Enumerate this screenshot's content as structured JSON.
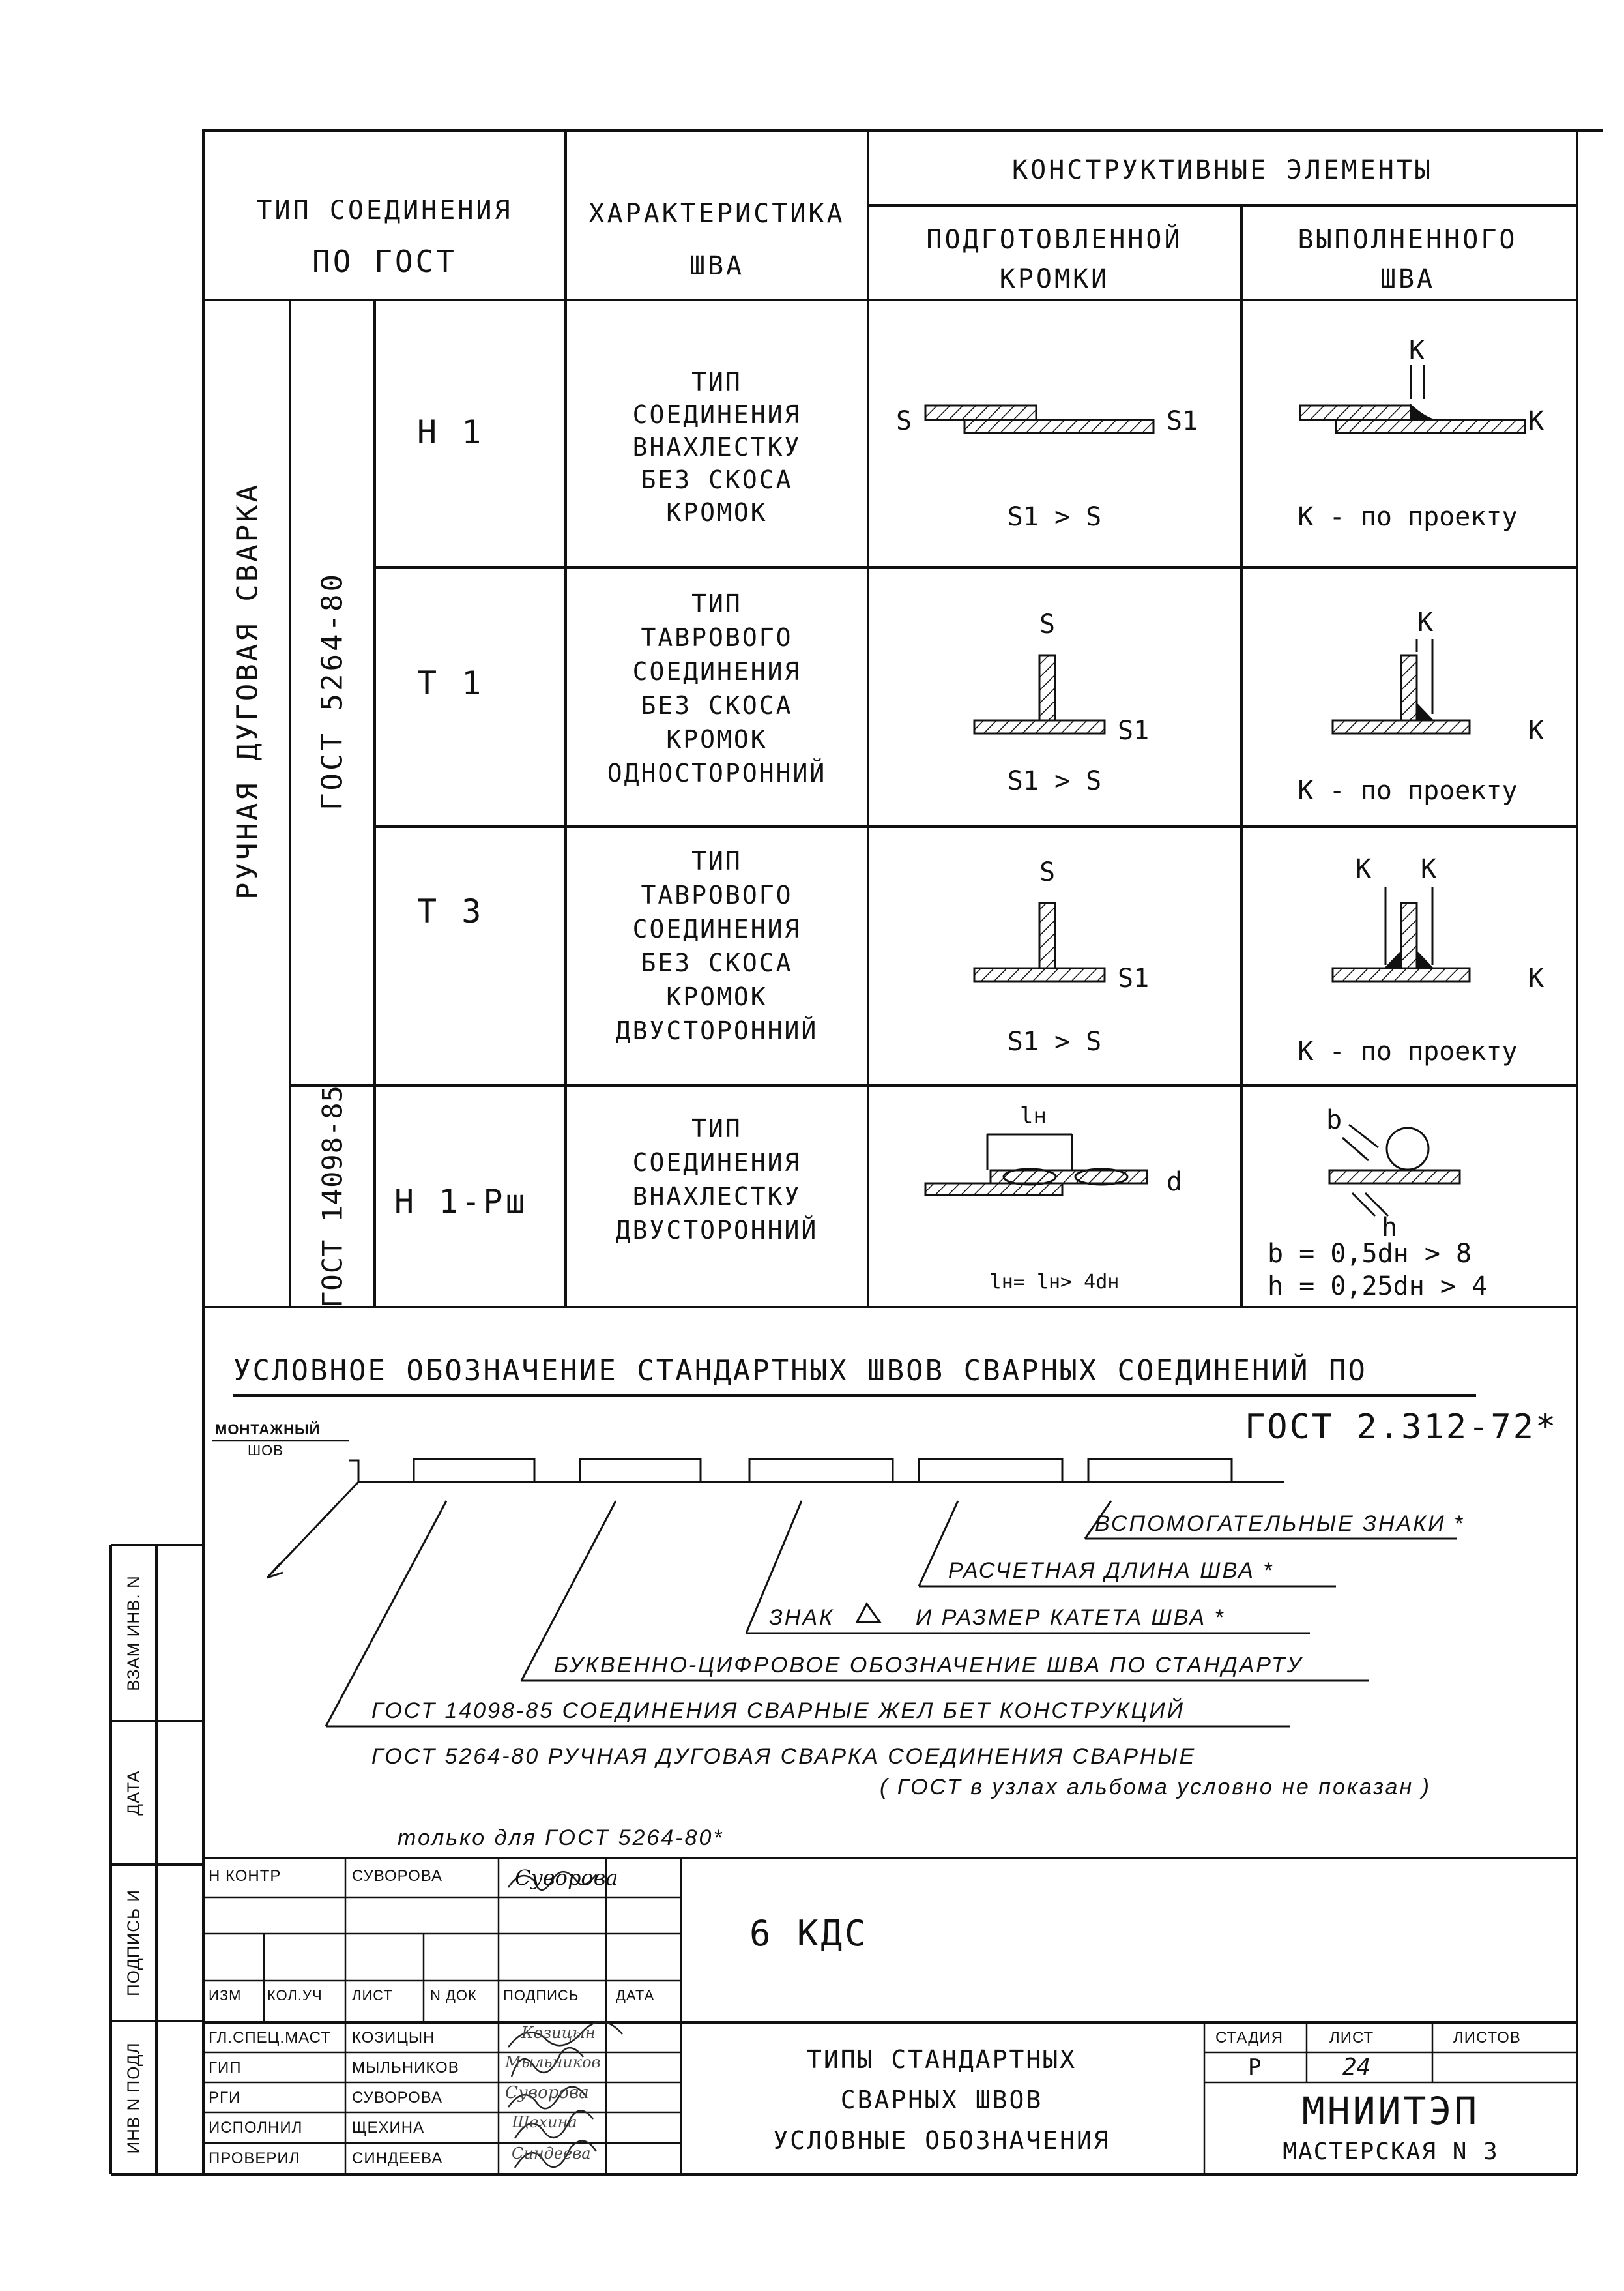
{
  "header": {
    "type_line1": "ТИП СОЕДИНЕНИЯ",
    "type_line2": "ПО ГОСТ",
    "char_line1": "ХАРАКТЕРИСТИКА",
    "char_line2": "ШВА",
    "constr": "КОНСТРУКТИВНЫЕ ЭЛЕМЕНТЫ",
    "prep_line1": "ПОДГОТОВЛЕННОЙ",
    "prep_line2": "КРОМКИ",
    "done_line1": "ВЫПОЛНЕННОГО",
    "done_line2": "ШВА"
  },
  "method_label": "РУЧНАЯ ДУГОВАЯ СВАРКА",
  "gost_label_1": "ГОСТ 5264-80",
  "gost_label_2": "ГОСТ 14098-85",
  "rows": [
    {
      "code": "Н 1",
      "desc": [
        "ТИП",
        "СОЕДИНЕНИЯ",
        "ВНАХЛЕСТКУ",
        "БЕЗ СКОСА",
        "КРОМОК"
      ],
      "prep_note": "S1 > S",
      "done_note": "К - по проекту"
    },
    {
      "code": "Т 1",
      "desc": [
        "ТИП",
        "ТАВРОВОГО",
        "СОЕДИНЕНИЯ",
        "БЕЗ СКОСА",
        "КРОМОК",
        "ОДНОСТОРОННИЙ"
      ],
      "prep_note": "S1 > S",
      "done_note": "К - по проекту"
    },
    {
      "code": "Т 3",
      "desc": [
        "ТИП",
        "ТАВРОВОГО",
        "СОЕДИНЕНИЯ",
        "БЕЗ СКОСА",
        "КРОМОК",
        "ДВУСТОРОННИЙ"
      ],
      "prep_note": "S1 > S",
      "done_note": "К - по проекту"
    },
    {
      "code": "Н 1-Рш",
      "desc": [
        "ТИП",
        "СОЕДИНЕНИЯ",
        "ВНАХЛЕСТКУ",
        "ДВУСТОРОННИЙ"
      ],
      "prep_note": "lн= lн> 4dн",
      "done_note_1": "b = 0,5dн > 8",
      "done_note_2": "h = 0,25dн > 4"
    }
  ],
  "sketch_labels": {
    "s": "S",
    "s1": "S1",
    "k": "К",
    "ln": "lн",
    "d": "d",
    "b": "b",
    "h": "h"
  },
  "legend": {
    "title": "УСЛОВНОЕ ОБОЗНАЧЕНИЕ СТАНДАРТНЫХ ШВОВ СВАРНЫХ СОЕДИНЕНИЙ ПО",
    "gost": "ГОСТ 2.312-72*",
    "mount_line1": "МОНТАЖНЫЙ",
    "mount_line2": "ШОВ",
    "l1": "ВСПОМОГАТЕЛЬНЫЕ ЗНАКИ *",
    "l2": "РАСЧЕТНАЯ ДЛИНА ШВА *",
    "l3a": "ЗНАК",
    "l3b": "И РАЗМЕР КАТЕТА ШВА *",
    "l4": "БУКВЕННО-ЦИФРОВОЕ ОБОЗНАЧЕНИЕ ШВА ПО СТАНДАРТУ",
    "l5": "ГОСТ 14098-85 СОЕДИНЕНИЯ СВАРНЫЕ ЖЕЛ БЕТ КОНСТРУКЦИЙ",
    "l6": "ГОСТ 5264-80 РУЧНАЯ ДУГОВАЯ СВАРКА СОЕДИНЕНИЯ СВАРНЫЕ",
    "l7": "( ГОСТ в узлах альбома условно не показан )",
    "l8": "только для ГОСТ 5264-80*"
  },
  "left_stamp": {
    "c1": "ВЗАМ ИНВ. N",
    "c2": "ДАТА",
    "c3": "ПОДПИСЬ И",
    "c4": "ИНВ N ПОДЛ"
  },
  "title_block": {
    "nkontr_label": "Н КОНТР",
    "nkontr_name": "СУВОРОВА",
    "col_izm": "ИЗМ",
    "col_koluch": "КОЛ.УЧ",
    "col_list": "ЛИСТ",
    "col_ndok": "N ДОК",
    "col_podpis": "ПОДПИСЬ",
    "col_data": "ДАТА",
    "doc_code": "6 КДС",
    "staff": [
      {
        "role": "ГЛ.СПЕЦ.МАСТ",
        "name": "КОЗИЦЫН"
      },
      {
        "role": "ГИП",
        "name": "МЫЛЬНИКОВ"
      },
      {
        "role": "РГИ",
        "name": "СУВОРОВА"
      },
      {
        "role": "ИСПОЛНИЛ",
        "name": "ЩЕХИНА"
      },
      {
        "role": "ПРОВЕРИЛ",
        "name": "СИНДЕЕВА"
      }
    ],
    "sheet_title_1": "ТИПЫ СТАНДАРТНЫХ",
    "sheet_title_2": "СВАРНЫХ ШВОВ",
    "sheet_title_3": "УСЛОВНЫЕ ОБОЗНАЧЕНИЯ",
    "stage_label": "СТАДИЯ",
    "list_label": "ЛИСТ",
    "lists_label": "ЛИСТОВ",
    "stage_value": "Р",
    "list_value": "24",
    "org": "МНИИТЭП",
    "workshop": "МАСТЕРСКАЯ N 3"
  },
  "signatures": [
    "Суворова",
    "Козицын",
    "Мыльников",
    "Суворова",
    "Щехина",
    "Синдеева"
  ]
}
